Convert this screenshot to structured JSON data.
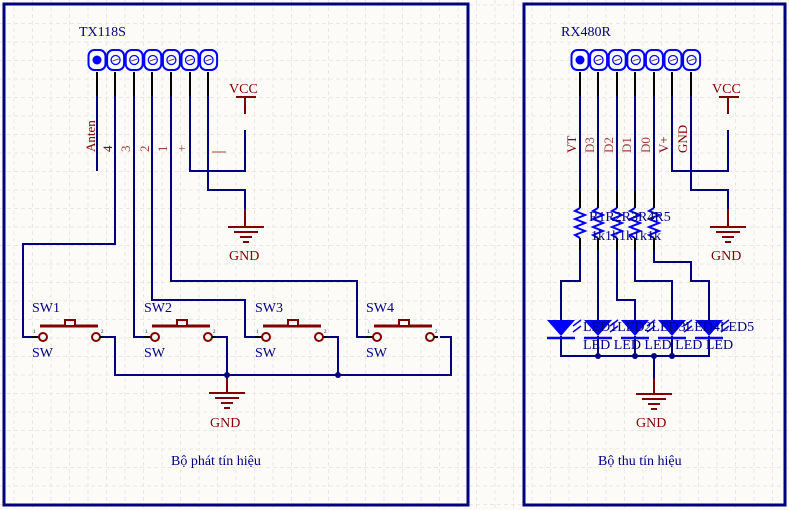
{
  "transmitter": {
    "module_label": "TX118S",
    "pin_labels": [
      "Anten",
      "4",
      "3",
      "2",
      "1",
      "+",
      "—"
    ],
    "power_label": "VCC",
    "gnd_labels": [
      "GND",
      "GND"
    ],
    "switches": [
      {
        "designator": "SW1",
        "comment": "SW",
        "pin1": "1",
        "pin2": "2"
      },
      {
        "designator": "SW2",
        "comment": "SW",
        "pin1": "1",
        "pin2": "2"
      },
      {
        "designator": "SW3",
        "comment": "SW",
        "pin1": "1",
        "pin2": "2"
      },
      {
        "designator": "SW4",
        "comment": "SW",
        "pin1": "1",
        "pin2": "2"
      }
    ],
    "caption": "Bộ phát tín hiệu"
  },
  "receiver": {
    "module_label": "RX480R",
    "pin_labels": [
      "VT",
      "D3",
      "D2",
      "D1",
      "D0",
      "V+",
      "GND"
    ],
    "power_label": "VCC",
    "gnd_labels": [
      "GND",
      "GND"
    ],
    "resistor_designators": "R1R2R3R4R5",
    "resistor_values": "1k1k1k1k1k",
    "leds": [
      {
        "designator": "LED1",
        "comment": "LED"
      },
      {
        "designator": "LED2",
        "comment": "LED"
      },
      {
        "designator": "LED3",
        "comment": "LED"
      },
      {
        "designator": "LED4",
        "comment": "LED"
      },
      {
        "designator": "LED5",
        "comment": "LED"
      }
    ],
    "led_designators_overlap": "LED1LED2LED3LED4LED5",
    "led_comments_row": "LED LED LED LED LED",
    "caption": "Bộ thu tín hiệu"
  },
  "colors": {
    "wire": "#000080",
    "component": "#800000",
    "pin_header": "#0000ff",
    "background": "#fcfbf7"
  }
}
